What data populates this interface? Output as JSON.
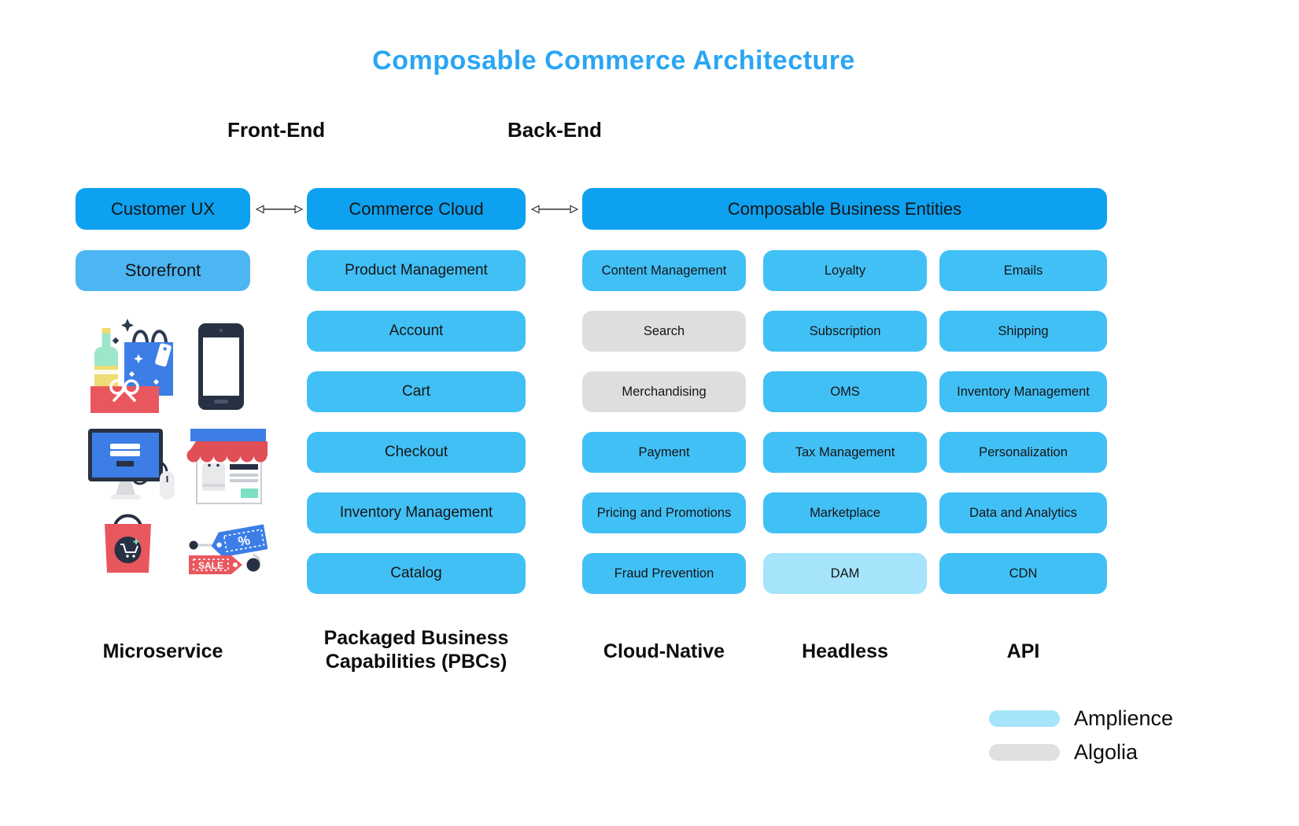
{
  "title": "Composable Commerce Architecture",
  "section_labels": {
    "front_end": "Front-End",
    "back_end": "Back-End"
  },
  "front": {
    "header": "Customer UX",
    "sub": "Storefront",
    "footer": "Microservice"
  },
  "pbc": {
    "header": "Commerce Cloud",
    "items": [
      "Product Management",
      "Account",
      "Cart",
      "Checkout",
      "Inventory Management",
      "Catalog"
    ],
    "footer_line1": "Packaged Business",
    "footer_line2": "Capabilities (PBCs)"
  },
  "cbe": {
    "header": "Composable Business Entities",
    "cloud_native": {
      "footer": "Cloud-Native",
      "items": [
        "Content Management",
        "Search",
        "Merchandising",
        "Payment",
        "Pricing and Promotions",
        "Fraud Prevention"
      ]
    },
    "headless": {
      "footer": "Headless",
      "items": [
        "Loyalty",
        "Subscription",
        "OMS",
        "Tax Management",
        "Marketplace",
        "DAM"
      ]
    },
    "api": {
      "footer": "API",
      "items": [
        "Emails",
        "Shipping",
        "Inventory Management",
        "Personalization",
        "Data and Analytics",
        "CDN"
      ]
    }
  },
  "legend": {
    "amplience": {
      "label": "Amplience",
      "color": "#a5e4fa"
    },
    "algolia": {
      "label": "Algolia",
      "color": "#e0e0e0"
    }
  },
  "illustration": {
    "discount_symbol": "%",
    "sale_text": "SALE"
  },
  "icons": [
    "bidirectional-arrow-icon",
    "gift-shopping-icon",
    "smartphone-icon",
    "desktop-monitor-icon",
    "storefront-shop-icon",
    "shopping-bag-icon",
    "price-tags-icon"
  ],
  "colors": {
    "header_blue": "#0da1f0",
    "box_blue": "#41c0f6",
    "storefront_blue": "#4cb6f3",
    "algolia_gray": "#dedede",
    "amplience_light": "#a5e4fa",
    "title_blue": "#2aa6f2"
  }
}
